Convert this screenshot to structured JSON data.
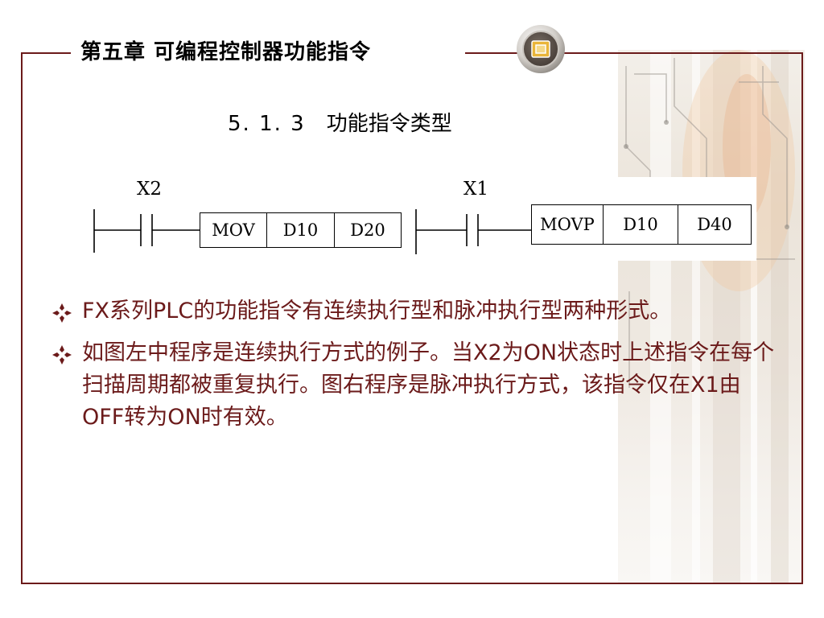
{
  "header": {
    "title": "第五章  可编程控制器功能指令"
  },
  "section": {
    "number": "5. 1. 3",
    "title": "功能指令类型"
  },
  "ladder": {
    "left": {
      "contact": "X2",
      "instruction": "MOV",
      "source": "D10",
      "dest": "D20"
    },
    "right": {
      "contact": "X1",
      "instruction": "MOVP",
      "source": "D10",
      "dest": "D40"
    }
  },
  "bullets": [
    {
      "text": "FX系列PLC的功能指令有连续执行型和脉冲执行型两种形式。"
    },
    {
      "text": "如图左中程序是连续执行方式的例子。当X2为ON状态时上述指令在每个扫描周期都被重复执行。图右程序是脉冲执行方式，该指令仅在X1由OFF转为ON时有效。"
    }
  ],
  "colors": {
    "frame": "#6b1a1a",
    "bullet_text": "#6b1a1a",
    "badge_fill": "#e9b53a"
  },
  "icons": {
    "bullet": "diamond-bullet-icon",
    "badge": "square-badge-icon"
  }
}
